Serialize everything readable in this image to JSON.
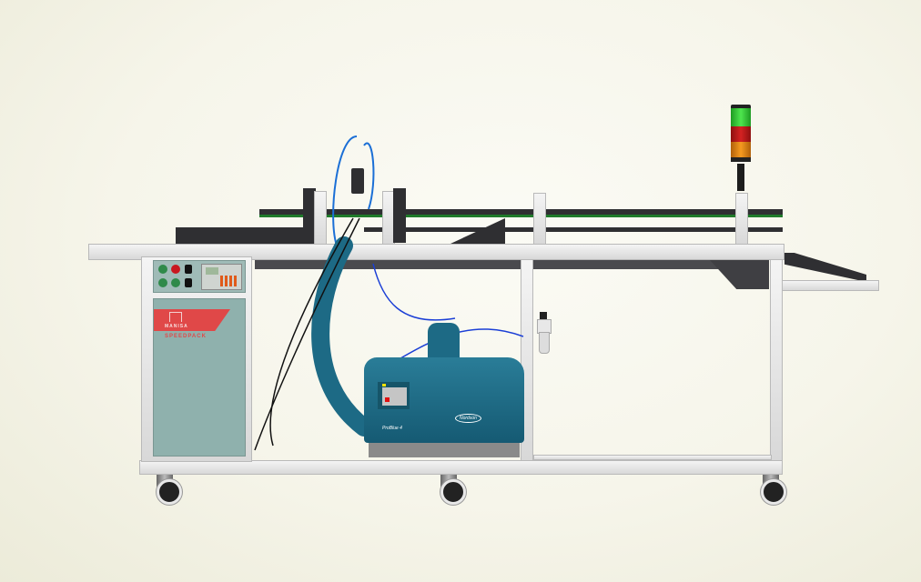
{
  "image": {
    "description": "3D render of an industrial hot-melt gluing conveyor machine on casters against a cream background",
    "background_color": "#f6f5ea",
    "control_cabinet": {
      "brand_label": "MANISA",
      "product_label": "SPEEDPACK",
      "panel_color": "#8fb1ad",
      "label_accent": "#e04848",
      "buttons": [
        "green",
        "red",
        "green",
        "green"
      ],
      "selector_switches": 2,
      "display": "LCD keypad controller"
    },
    "glue_unit": {
      "brand_label": "Nordson",
      "model_label": "ProBlue 4",
      "body_color": "#1d6a85",
      "indicator_colors": [
        "#f4e200",
        "#e01010"
      ]
    },
    "stack_light": {
      "colors": [
        "#2ecc32",
        "#c81818",
        "#f08a10"
      ]
    },
    "conveyor": {
      "frame_color": "#e2e2e2",
      "belt_color": "#2f2f32",
      "guide_rail_color": "#1f7a2a"
    },
    "casters": 3,
    "air_regulator": "filter-regulator unit"
  }
}
